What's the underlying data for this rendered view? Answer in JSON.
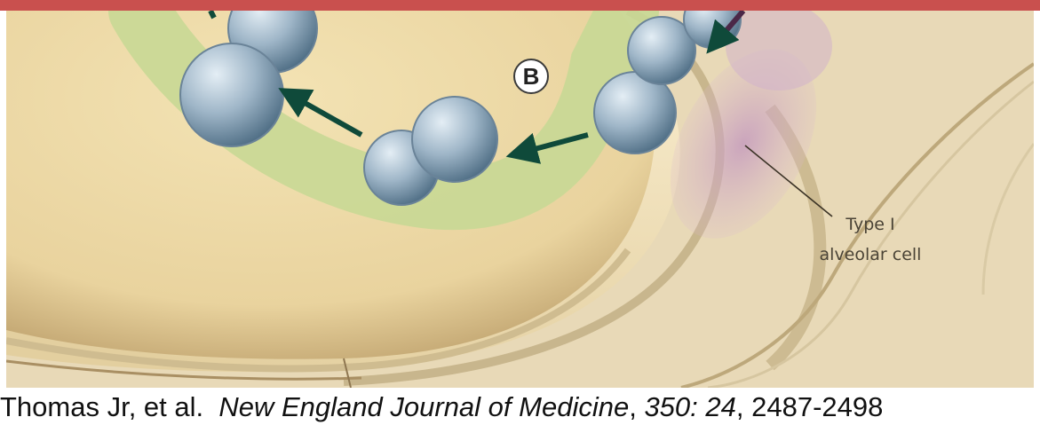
{
  "figure": {
    "marker_label": "B",
    "cell_label_line1": "Type I",
    "cell_label_line2": "alveolar cell"
  },
  "citation": {
    "authors": "Thomas Jr, et al.",
    "journal": "New England Journal of Medicine",
    "sep1": ", ",
    "volume": "350: 24",
    "sep2": ", ",
    "pages": "2487-2498"
  },
  "colors": {
    "accent_bar": "#c9504e",
    "green_band": "#c9d898",
    "alveolus_fill": "#ecd9a6",
    "cell_blue": "#8fa9bd",
    "arrow_green": "#0f4a3a"
  }
}
